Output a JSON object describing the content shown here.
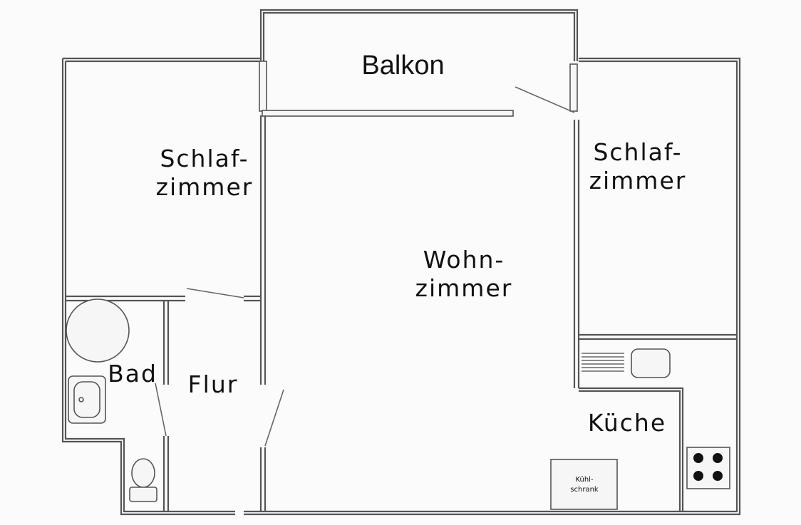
{
  "rooms": {
    "balkon": "Balkon",
    "schlafzimmer_left": "Schlaf-\nzimmer",
    "schlafzimmer_right": "Schlaf-\nzimmer",
    "wohnzimmer": "Wohn-\nzimmer",
    "bad": "Bad",
    "flur": "Flur",
    "kueche": "Küche"
  },
  "fixtures": {
    "kuehlschrank": "Kühl-\nschrank"
  }
}
